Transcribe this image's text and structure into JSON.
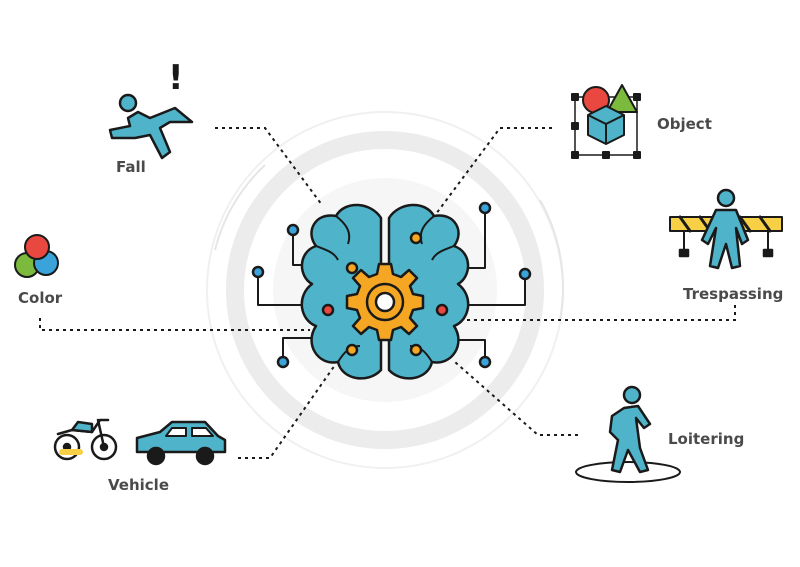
{
  "labels": {
    "fall": "Fall",
    "object": "Object",
    "color": "Color",
    "trespassing": "Trespassing",
    "vehicle": "Vehicle",
    "loitering": "Loitering",
    "exclamation": "!"
  },
  "colors": {
    "teal": "#4fb3c9",
    "outline": "#1a1a1a",
    "gear": "#f5a623",
    "red": "#e8483f",
    "green": "#7cba3d",
    "blue": "#3aa3d9",
    "ring": "#eeeeee",
    "barrier_yellow": "#f7d046"
  },
  "icons": [
    "brain-gear-icon",
    "falling-person-icon",
    "object-shapes-icon",
    "color-circles-icon",
    "trespassing-person-icon",
    "motorcycle-icon",
    "car-icon",
    "loitering-person-icon"
  ]
}
